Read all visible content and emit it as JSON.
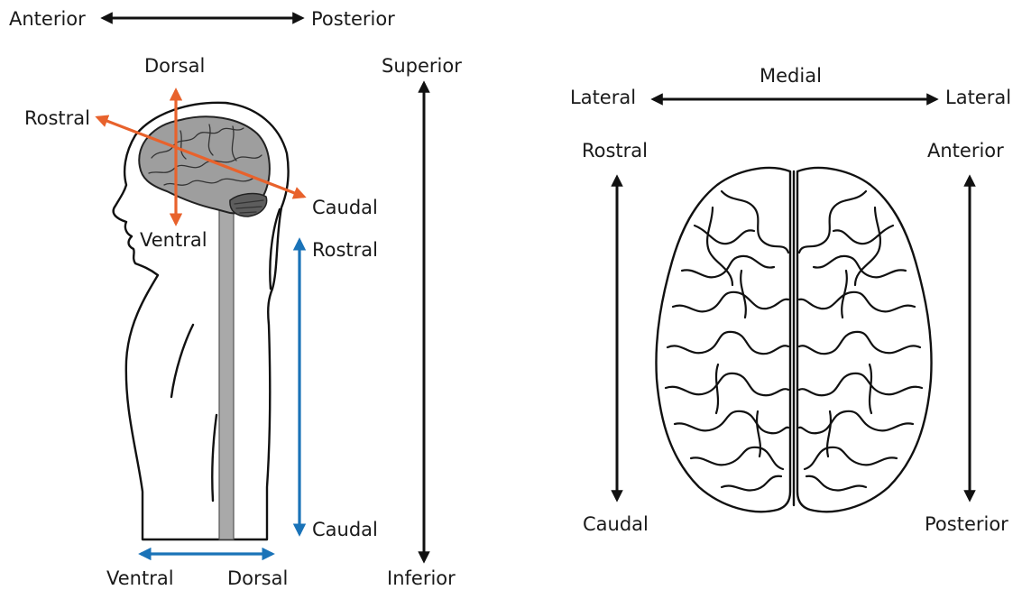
{
  "top_axis": {
    "left": "Anterior",
    "right": "Posterior"
  },
  "head_axes": {
    "dorsal": "Dorsal",
    "ventral": "Ventral",
    "rostral": "Rostral",
    "caudal": "Caudal"
  },
  "spine_axis": {
    "rostral": "Rostral",
    "caudal": "Caudal"
  },
  "base_axis": {
    "ventral": "Ventral",
    "dorsal": "Dorsal"
  },
  "vertical_axis": {
    "superior": "Superior",
    "inferior": "Inferior"
  },
  "brain_view": {
    "medial": "Medial",
    "lateral_left": "Lateral",
    "lateral_right": "Lateral",
    "rostral": "Rostral",
    "caudal": "Caudal",
    "anterior": "Anterior",
    "posterior": "Posterior"
  },
  "colors": {
    "orange_arrow": "#e8622c",
    "blue_arrow": "#1a73b8",
    "black_arrow": "#111111",
    "brain_gray": "#9e9e9e",
    "spine_gray": "#a9a9a9"
  }
}
